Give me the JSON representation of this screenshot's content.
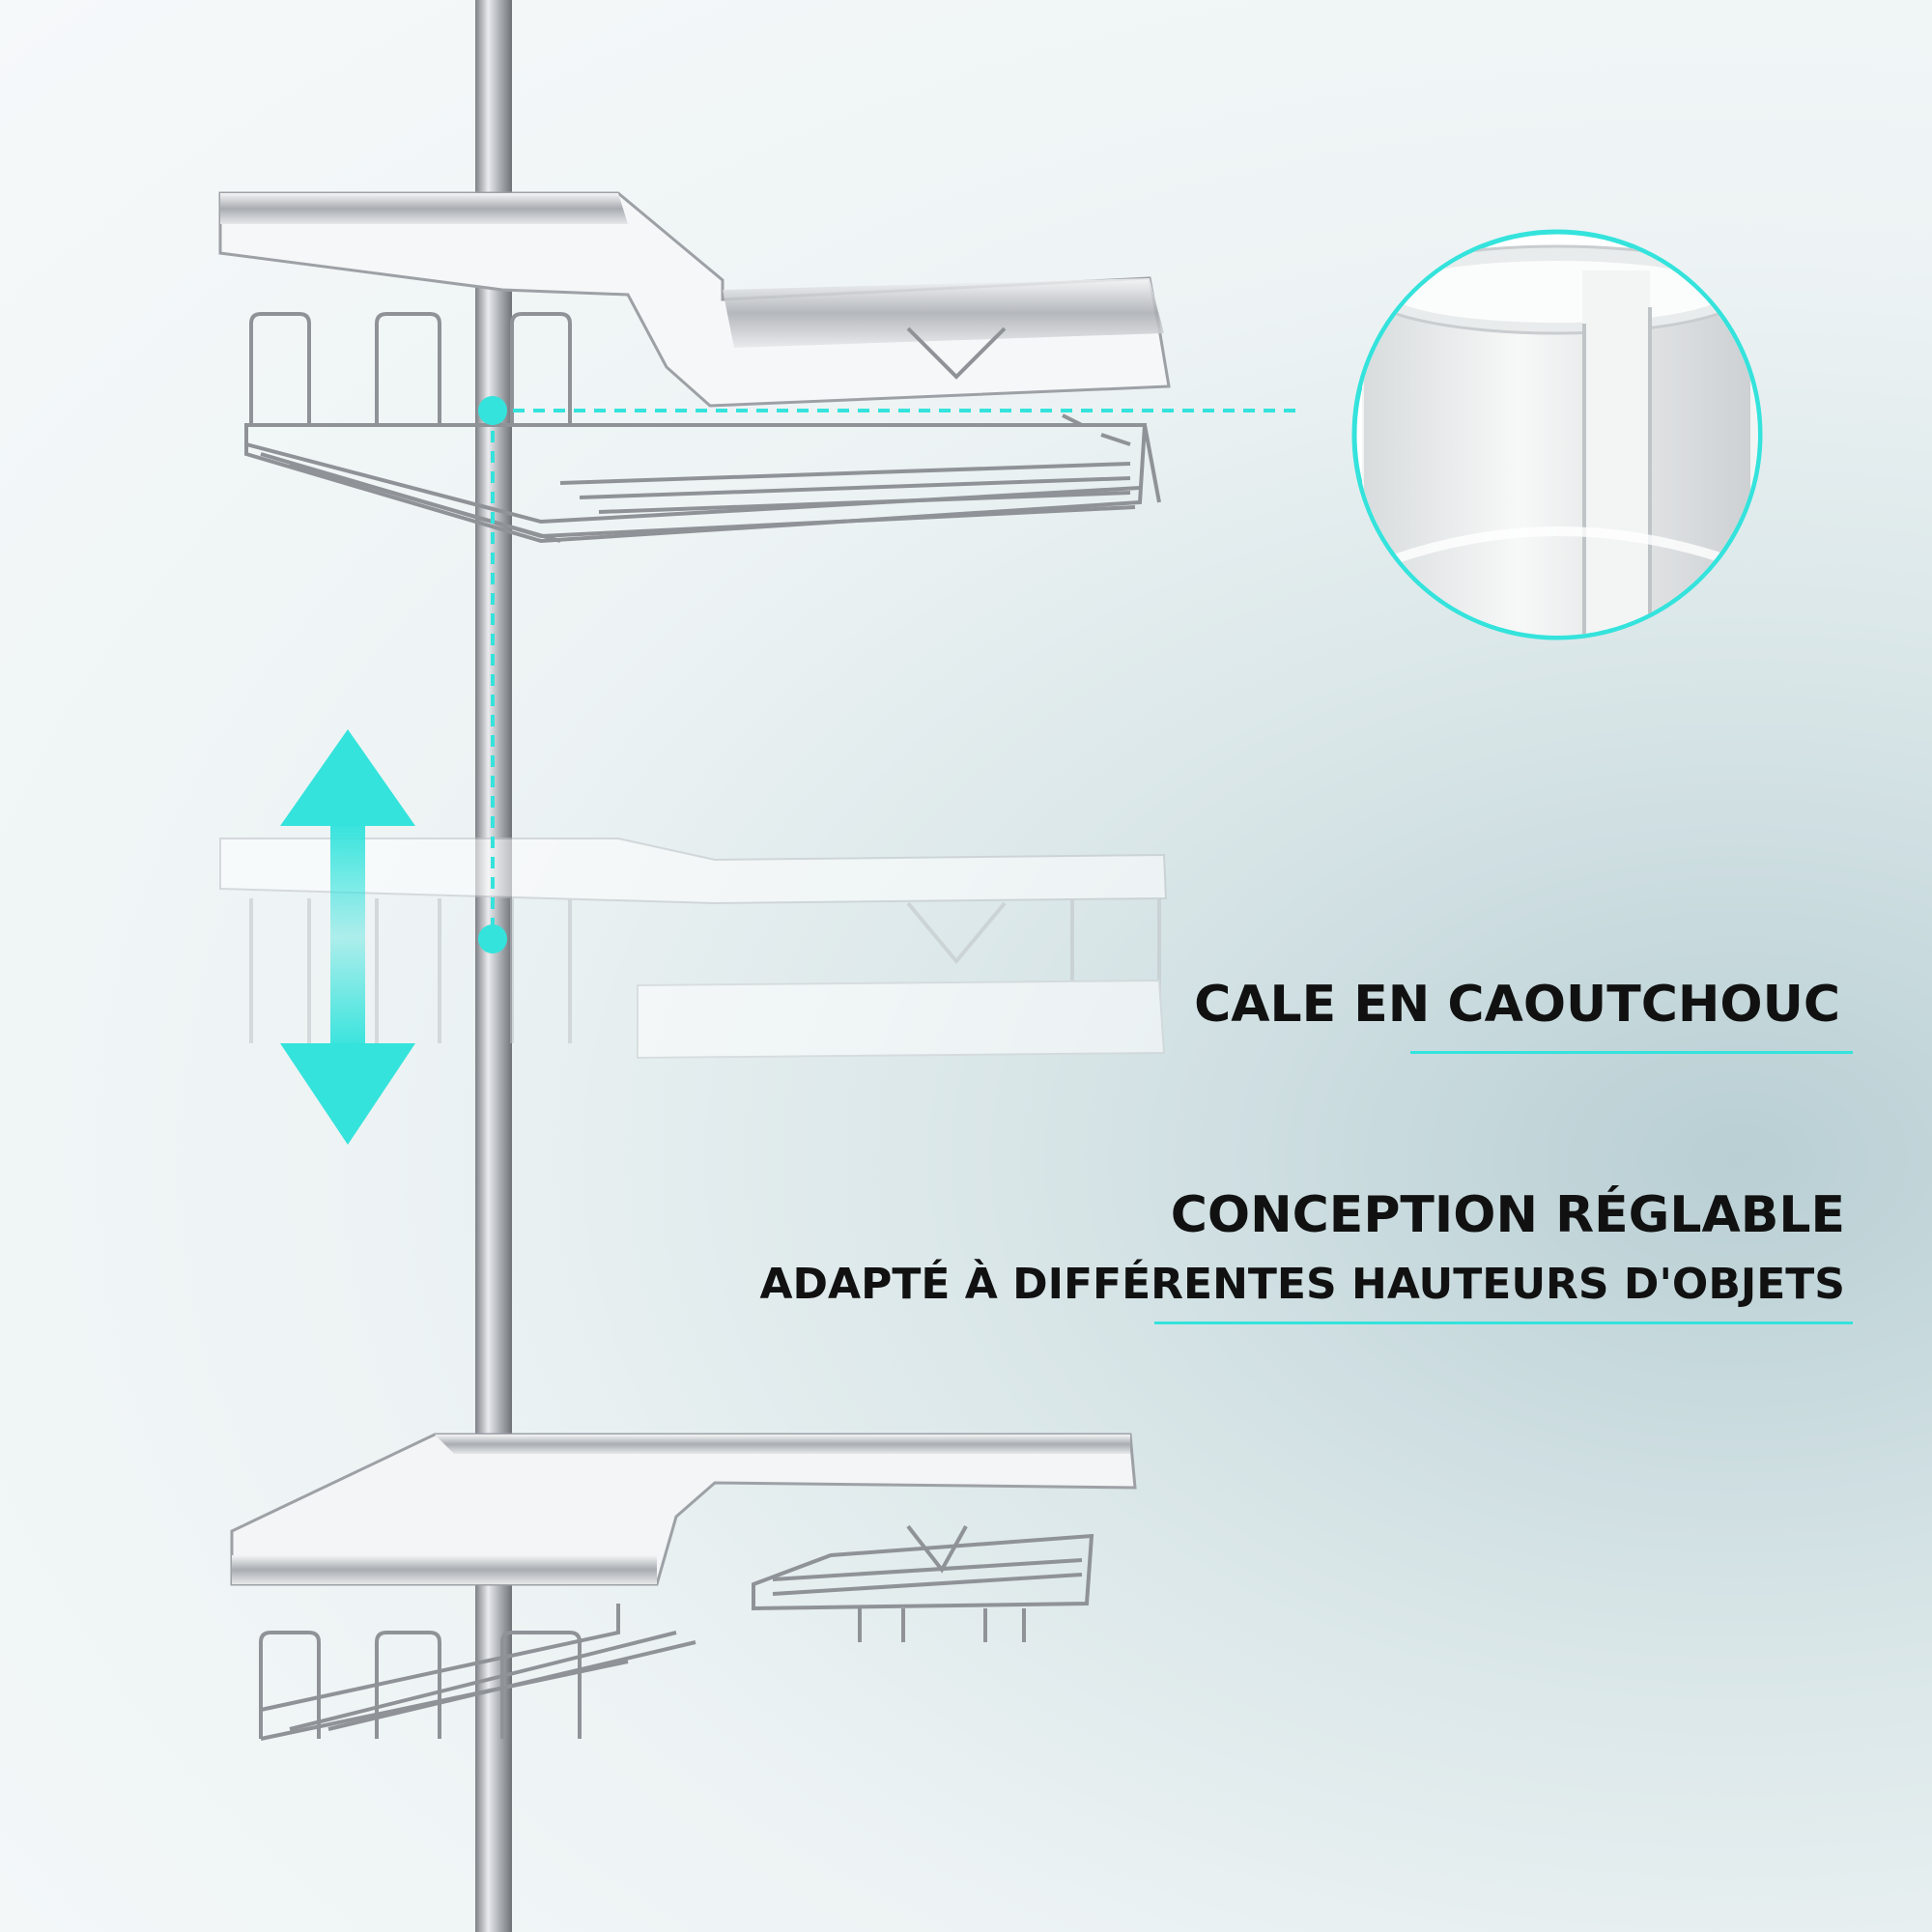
{
  "features": {
    "rubber_pad_label": "CALE EN CAOUTCHOUC",
    "adjustable_title": "CONCEPTION RÉGLABLE",
    "adjustable_subtitle": "ADAPTÉ À DIFFÉRENTES HAUTEURS D'OBJETS"
  },
  "colors": {
    "accent": "#34e3dc",
    "text": "#111111",
    "chrome": "#c9ccd0"
  },
  "icons": {
    "adjust": "double-arrow-vertical-icon",
    "zoom": "rubber-sleeve-icon"
  }
}
